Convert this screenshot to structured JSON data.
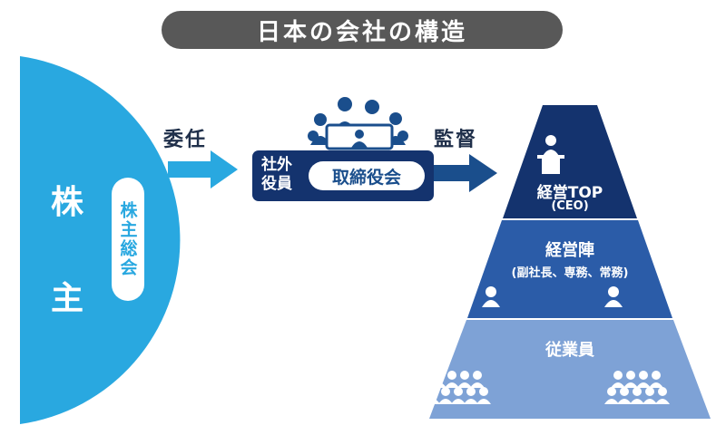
{
  "title": "日本の会社の構造",
  "shareholders": {
    "label_top": "株",
    "label_bottom": "主",
    "meeting": "株主総会"
  },
  "arrows": {
    "delegate": "委任",
    "supervise": "監督"
  },
  "board": {
    "outside_directors": "社外\n役員",
    "name": "取締役会"
  },
  "pyramid": {
    "top": {
      "line1": "経営TOP",
      "line2": "(CEO)"
    },
    "middle": {
      "line1": "経営陣",
      "line2": "(副社長、専務、常務)"
    },
    "bottom": {
      "line1": "従業員"
    }
  },
  "colors": {
    "shareholder_blue": "#29a8e0",
    "navy": "#1a4e8c",
    "dark_navy": "#14336e",
    "mid_blue": "#2b5ca8",
    "light_blue": "#7ea2d6",
    "title_bg": "#585858"
  }
}
